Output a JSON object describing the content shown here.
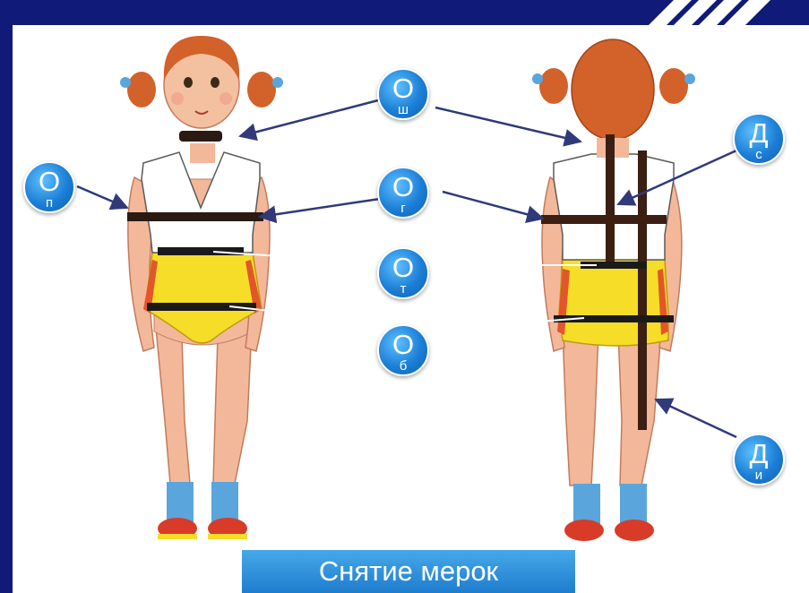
{
  "diagram": {
    "title": "Снятие мерок",
    "labels": {
      "neck": {
        "main": "О",
        "sub": "ш"
      },
      "back_length": {
        "main": "Д",
        "sub": "с"
      },
      "shoulder": {
        "main": "О",
        "sub": "п"
      },
      "chest": {
        "main": "О",
        "sub": "г"
      },
      "waist": {
        "main": "О",
        "sub": "т"
      },
      "hips": {
        "main": "О",
        "sub": "б"
      },
      "product_length": {
        "main": "Д",
        "sub": "и"
      }
    }
  },
  "colors": {
    "background": "#101a78",
    "panel": "#ffffff",
    "badge": "#1c7fd6",
    "tape": "#3b1f12",
    "arrow": "#303a7a",
    "skin": "#f3b89a",
    "hair": "#d2622a",
    "shirt": "#ffffff",
    "pants": "#f5dd28",
    "pants_trim": "#e2562a",
    "sock": "#5aa6dc",
    "shoe": "#d83b28"
  }
}
